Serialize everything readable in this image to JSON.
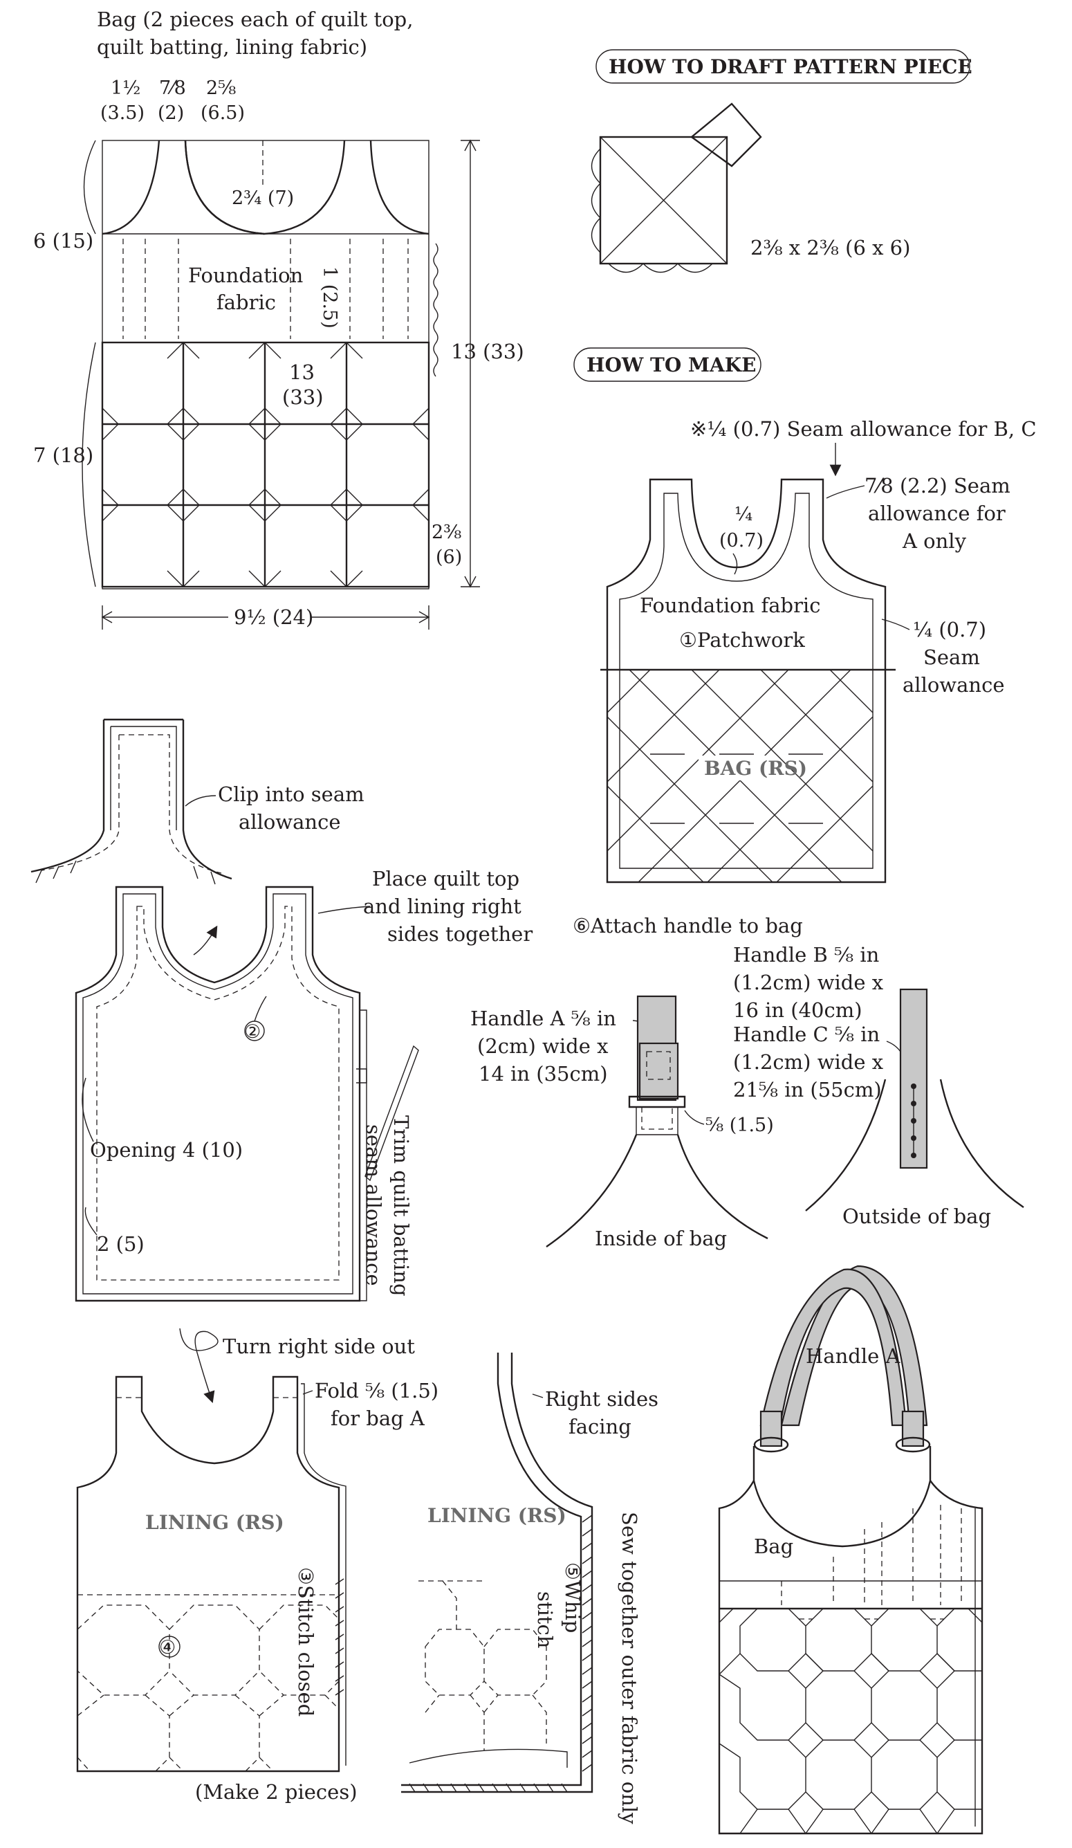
{
  "pattern": {
    "title_line1": "Bag (2 pieces each of quilt top,",
    "title_line2": "quilt batting, lining fabric)",
    "dim_a": "1½",
    "dim_a_cm": "(3.5)",
    "dim_b": "7⁄8",
    "dim_b_cm": "(2)",
    "dim_c": "2⅝",
    "dim_c_cm": "(6.5)",
    "arc_depth": "2¾ (7)",
    "upper_height": "6 (15)",
    "lower_height": "7 (18)",
    "foundation_line1": "Foundation",
    "foundation_line2": "fabric",
    "stripe_spacing": "1 (2.5)",
    "inner_size": "13",
    "inner_size_cm": "(33)",
    "total_height": "13 (33)",
    "block_size": "2⅜",
    "block_size_cm": "(6)",
    "width": "9½ (24)"
  },
  "draft": {
    "heading": "HOW TO DRAFT PATTERN PIECE",
    "size": "2⅜ x 2⅜ (6 x 6)"
  },
  "make": {
    "heading": "HOW TO MAKE",
    "note_seam_bc": "※¼ (0.7) Seam allowance for B, C",
    "seam_a_line1": "7⁄8 (2.2) Seam",
    "seam_a_line2": "allowance for",
    "seam_a_line3": "A only",
    "curve_quarter": "¼",
    "curve_cm": "(0.7)",
    "foundation_label": "Foundation fabric",
    "patchwork_label": "①Patchwork",
    "side_seam_line1": "¼ (0.7)",
    "side_seam_line2": "Seam",
    "side_seam_line3": "allowance",
    "bag_rs": "BAG (RS)"
  },
  "step2": {
    "clip_line1": "Clip into seam",
    "clip_line2": "allowance",
    "place_line1": "Place quilt top",
    "place_line2": "and lining right",
    "place_line3": "sides together",
    "step_num": "②",
    "trim_line1": "Trim quilt batting",
    "trim_line2": "seam allowance",
    "opening": "Opening 4 (10)",
    "bottom_dim": "2 (5)"
  },
  "step6": {
    "heading": "⑥Attach handle to bag",
    "handle_a_line1": "Handle A ⁵⁄₈ in",
    "handle_a_line2": "(2cm) wide x",
    "handle_a_line3": "14 in (35cm)",
    "handle_b_line1": "Handle B ⁵⁄₈ in",
    "handle_b_line2": "(1.2cm) wide x",
    "handle_b_line3": "16 in (40cm)",
    "handle_c_line1": "Handle C ⁵⁄₈ in",
    "handle_c_line2": "(1.2cm) wide x",
    "handle_c_line3": "21⅝ in (55cm)",
    "fold_dim": "⁵⁄₈ (1.5)",
    "inside_label": "Inside of bag",
    "outside_label": "Outside of bag"
  },
  "step3": {
    "turn": "Turn right side out",
    "fold_line1": "Fold ⁵⁄₈ (1.5)",
    "fold_line2": "for bag A",
    "lining_rs": "LINING (RS)",
    "stitch_closed": "③Stitch closed",
    "quilt_num": "④",
    "make_two": "(Make 2 pieces)"
  },
  "step5": {
    "right_sides_line1": "Right sides",
    "right_sides_line2": "facing",
    "lining_rs": "LINING (RS)",
    "whip_line1": "⑤Whip",
    "whip_line2": "stitch",
    "sew_outer": "Sew together outer fabric only"
  },
  "finished": {
    "handle_label": "Handle A",
    "bag_label": "Bag"
  }
}
